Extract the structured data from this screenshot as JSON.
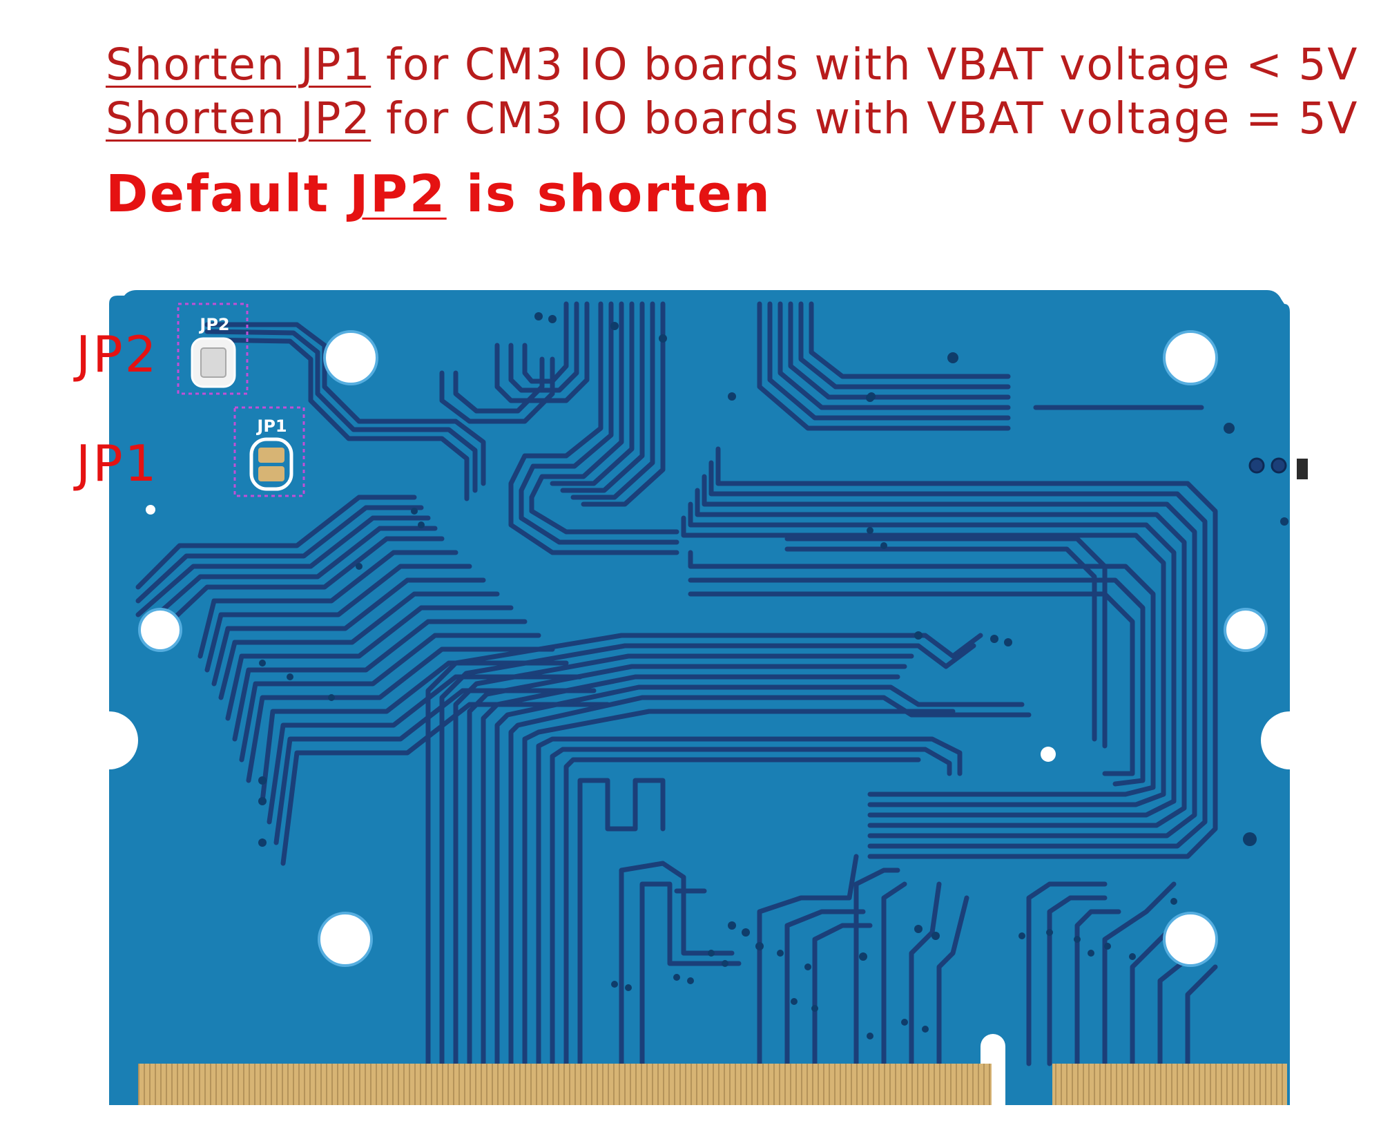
{
  "caption": {
    "line1": {
      "lead": "Shorten JP1",
      "rest": " for CM3 IO boards with VBAT voltage < 5V"
    },
    "line2": {
      "lead": "Shorten JP2",
      "rest": " for CM3 IO boards with VBAT voltage = 5V"
    },
    "line3": {
      "pre": "Default ",
      "mid": "JP2",
      "post": " is shorten"
    }
  },
  "labels": {
    "jp2_side": "JP2",
    "jp1_side": "JP1",
    "jp2_silk": "JP2",
    "jp1_silk": "JP1"
  },
  "colors": {
    "board": "#1a7fb4",
    "trace_dark": "#1b3f79",
    "gold": "#d7b474",
    "annotation_red": "#e51212",
    "caption_dark_red": "#b81c1c",
    "marker_magenta": "#c24fd6"
  }
}
